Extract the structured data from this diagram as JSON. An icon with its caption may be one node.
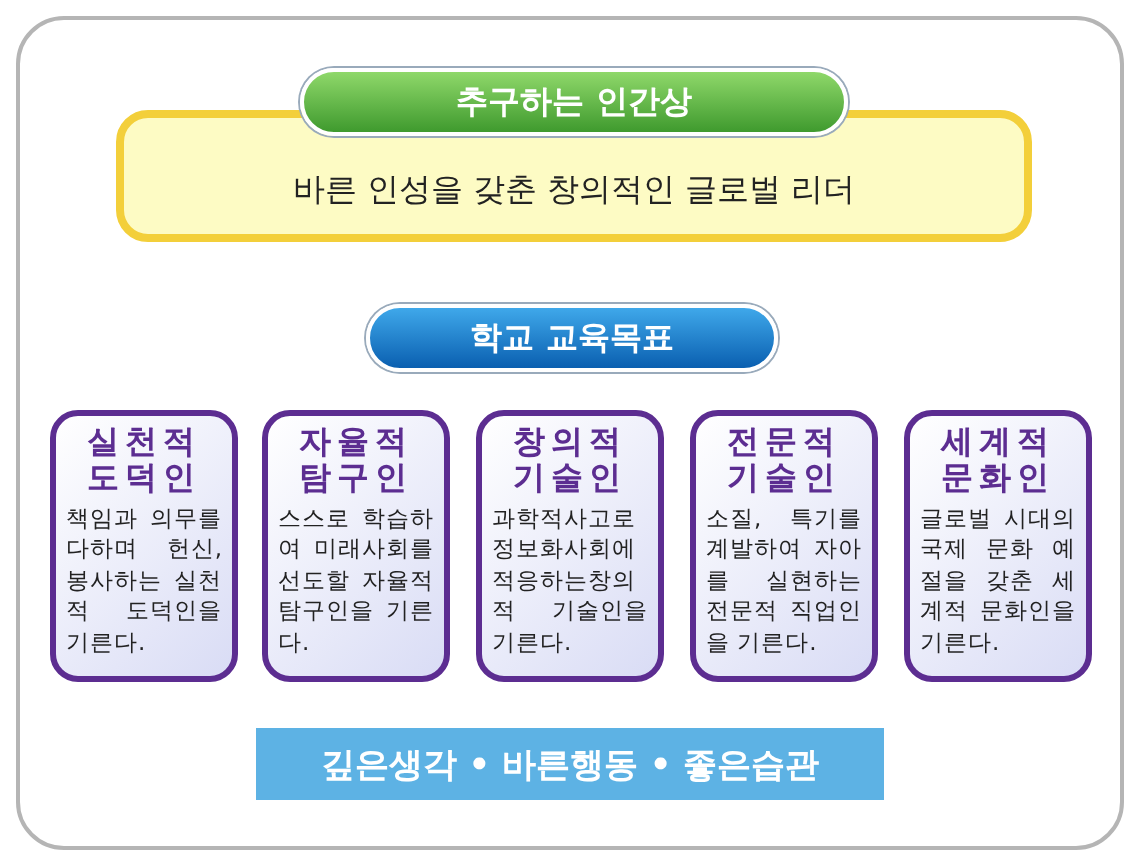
{
  "diagram": {
    "nodes": [
      {
        "text": [
          "바른 인성을 갖춘 창의적인 글로벌 리더"
        ]
      },
      {
        "text": [
          "추구하는 인간상"
        ]
      },
      {
        "text": [
          "학교 교육목표"
        ]
      },
      {
        "text": [
          "실천적 도덕인",
          "책임과 의무를 다하며 헌신, 봉사하는 실천적 도덕인을 기른다."
        ]
      },
      {
        "text": [
          "자율적 탐구인",
          "스스로 학습하여 미래사회를 선도할 자율적 탐구인을 기른다."
        ]
      },
      {
        "text": [
          "창의적 기술인",
          "과학적사고로 정보화사회에 적응하는창의적 기술인을 기른다."
        ]
      },
      {
        "text": [
          "전문적 기술인",
          "소질, 특기를 계발하여 자아를 실현하는 전문적 직업인을 기른다."
        ]
      },
      {
        "text": [
          "세계적 문화인",
          "글로벌 시대의 국제 문화 예절을 갖춘 세계적 문화인을 기른다."
        ]
      },
      {
        "text": [
          "깊은생각 • 바른행동 • 좋은습관"
        ]
      }
    ]
  }
}
